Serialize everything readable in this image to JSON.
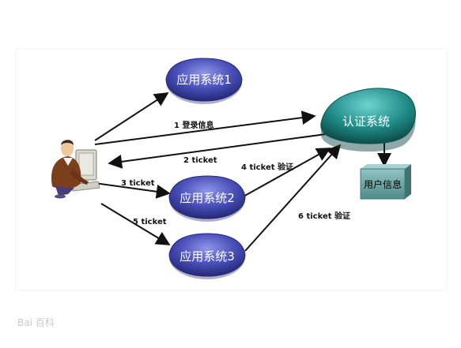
{
  "nodes": {
    "app1": {
      "label": "应用系统1"
    },
    "app2": {
      "label": "应用系统2"
    },
    "app3": {
      "label": "应用系统3"
    },
    "auth": {
      "label": "认证系统"
    },
    "userinfo": {
      "label": "用户信息"
    }
  },
  "edges": {
    "e1": {
      "label": "1 登录信息"
    },
    "e2": {
      "label": "2 ticket"
    },
    "e3": {
      "label": "3 ticket"
    },
    "e4": {
      "label": "4 ticket 验证"
    },
    "e5": {
      "label": "5 ticket"
    },
    "e6": {
      "label": "6 ticket 验证"
    }
  },
  "watermark": {
    "text": "Bai 百科"
  },
  "colors": {
    "app_node": "#3a3fa0",
    "auth_node": "#1f8a86",
    "userinfo_node": "#5c9a98",
    "arrow": "#111111"
  }
}
